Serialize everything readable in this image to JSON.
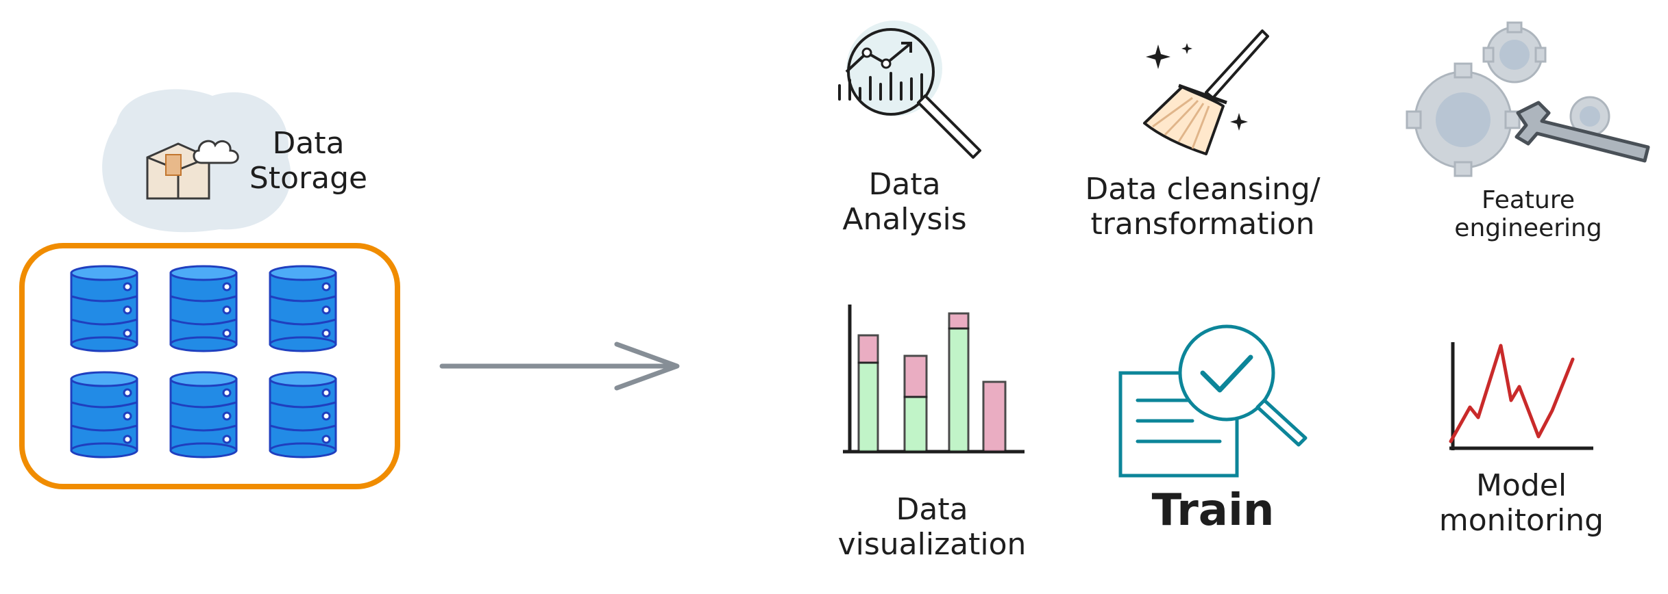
{
  "storage": {
    "label_line1": "Data",
    "label_line2": "Storage"
  },
  "tasks": {
    "analysis": {
      "line1": "Data",
      "line2": "Analysis"
    },
    "cleansing": {
      "line1": "Data cleansing/",
      "line2": "transformation"
    },
    "feature": {
      "line1": "Feature",
      "line2": "engineering"
    },
    "visualization": {
      "line1": "Data",
      "line2": "visualization"
    },
    "train": {
      "line1": "Train"
    },
    "monitoring": {
      "line1": "Model",
      "line2": "monitoring"
    }
  },
  "colors": {
    "storage_box_border": "#f08c00",
    "database": "#1971c2",
    "database_fill": "#228be6",
    "arrow": "#868e96",
    "train_teal": "#0c8599",
    "monitor_red": "#c92a2a",
    "bar_green": "#b2f2bb",
    "bar_pink": "#e599b4",
    "gear_fill": "#ced4da"
  }
}
